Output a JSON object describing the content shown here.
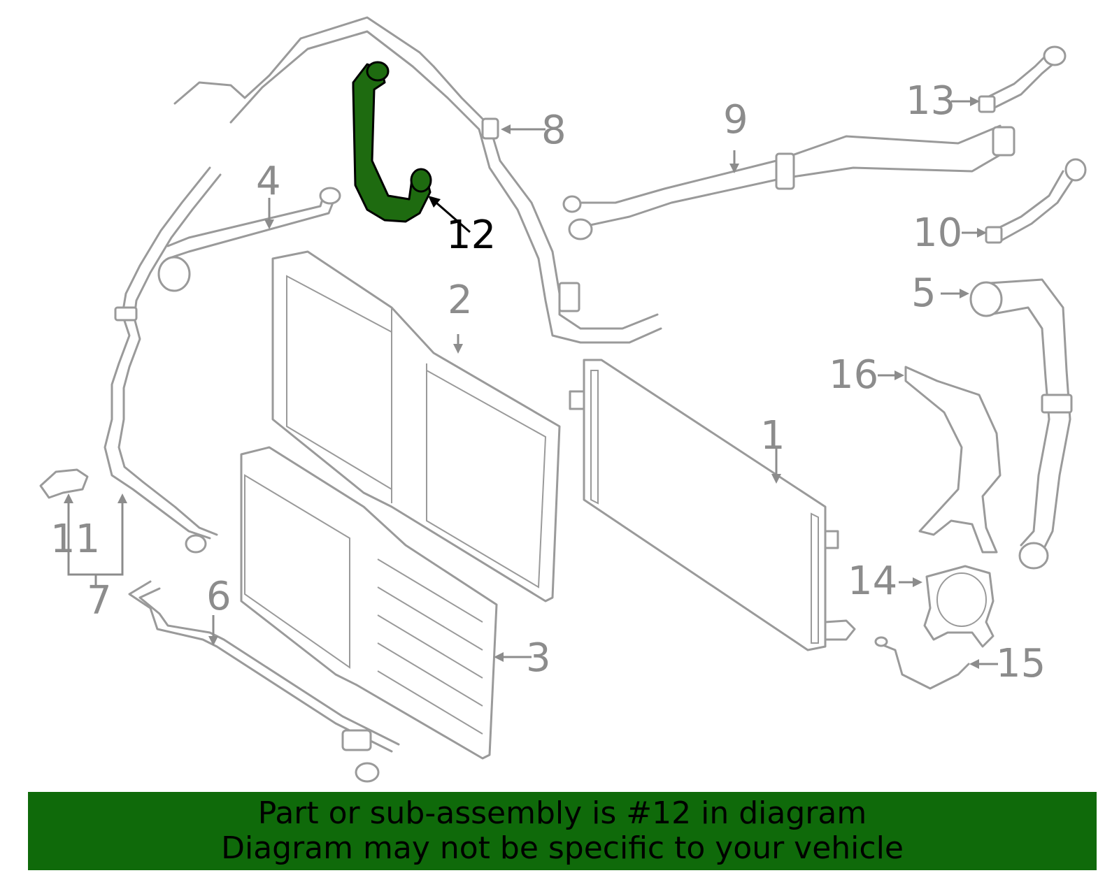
{
  "callouts": {
    "c1": "1",
    "c2": "2",
    "c3": "3",
    "c4": "4",
    "c5": "5",
    "c6": "6",
    "c7": "7",
    "c8": "8",
    "c9": "9",
    "c10": "10",
    "c11": "11",
    "c12": "12",
    "c13": "13",
    "c14": "14",
    "c15": "15",
    "c16": "16"
  },
  "highlight": {
    "part": "12",
    "color": "#1e6b10"
  },
  "banner": {
    "line1": "Part or sub-assembly is #12 in diagram",
    "line2": "Diagram may not be specific to your vehicle",
    "color": "#0f6a0a"
  }
}
